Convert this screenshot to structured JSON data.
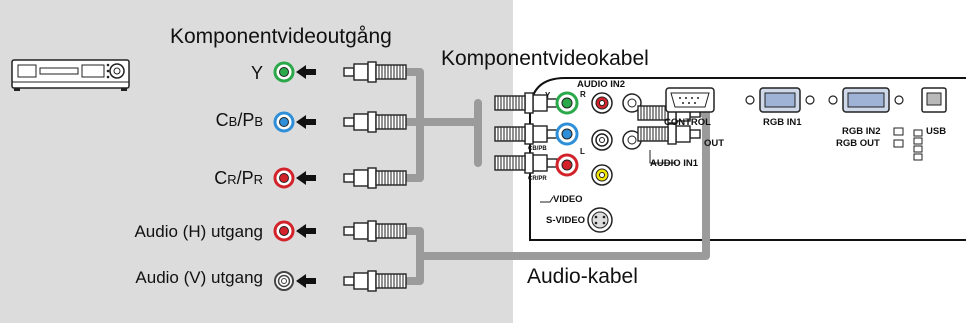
{
  "source_device": {
    "title": "Komponentvideoutgång",
    "outputs": [
      {
        "id": "y",
        "main": "Y",
        "sub1": "",
        "sep": "",
        "main2": "",
        "sub2": "",
        "jack_color": "#2aa84a"
      },
      {
        "id": "cb",
        "main": "C",
        "sub1": "B",
        "sep": "/P",
        "main2": "",
        "sub2": "B",
        "jack_color": "#2e8fd8"
      },
      {
        "id": "cr",
        "main": "C",
        "sub1": "R",
        "sep": "/P",
        "main2": "",
        "sub2": "R",
        "jack_color": "#d2232a"
      },
      {
        "id": "audio_h",
        "main": "Audio (H) utgang",
        "jack_color": "#d2232a"
      },
      {
        "id": "audio_v",
        "main": "Audio (V) utgang",
        "jack_color": "#ffffff"
      }
    ]
  },
  "cables": {
    "component_label": "Komponentvideokabel",
    "audio_label": "Audio-kabel"
  },
  "projector_panel": {
    "audio_in2": "AUDIO IN2",
    "r": "R",
    "l": "L",
    "y": "Y",
    "cb_pb": "CB/PB",
    "cr_pr": "CR/PR",
    "control": "CONTROL",
    "out": "OUT",
    "audio_in1": "AUDIO IN1",
    "video": "VIDEO",
    "s_video": "S-VIDEO",
    "rgb_in1": "RGB IN1",
    "rgb_in2": "RGB IN2",
    "rgb_out": "RGB OUT",
    "usb": "USB"
  },
  "colors": {
    "source_panel_bg": "#dcdcdc",
    "cable_gray": "#9b9b9b",
    "jack_green": "#2aa84a",
    "jack_blue": "#2e8fd8",
    "jack_red": "#d2232a",
    "jack_yellow": "#f2e600"
  }
}
